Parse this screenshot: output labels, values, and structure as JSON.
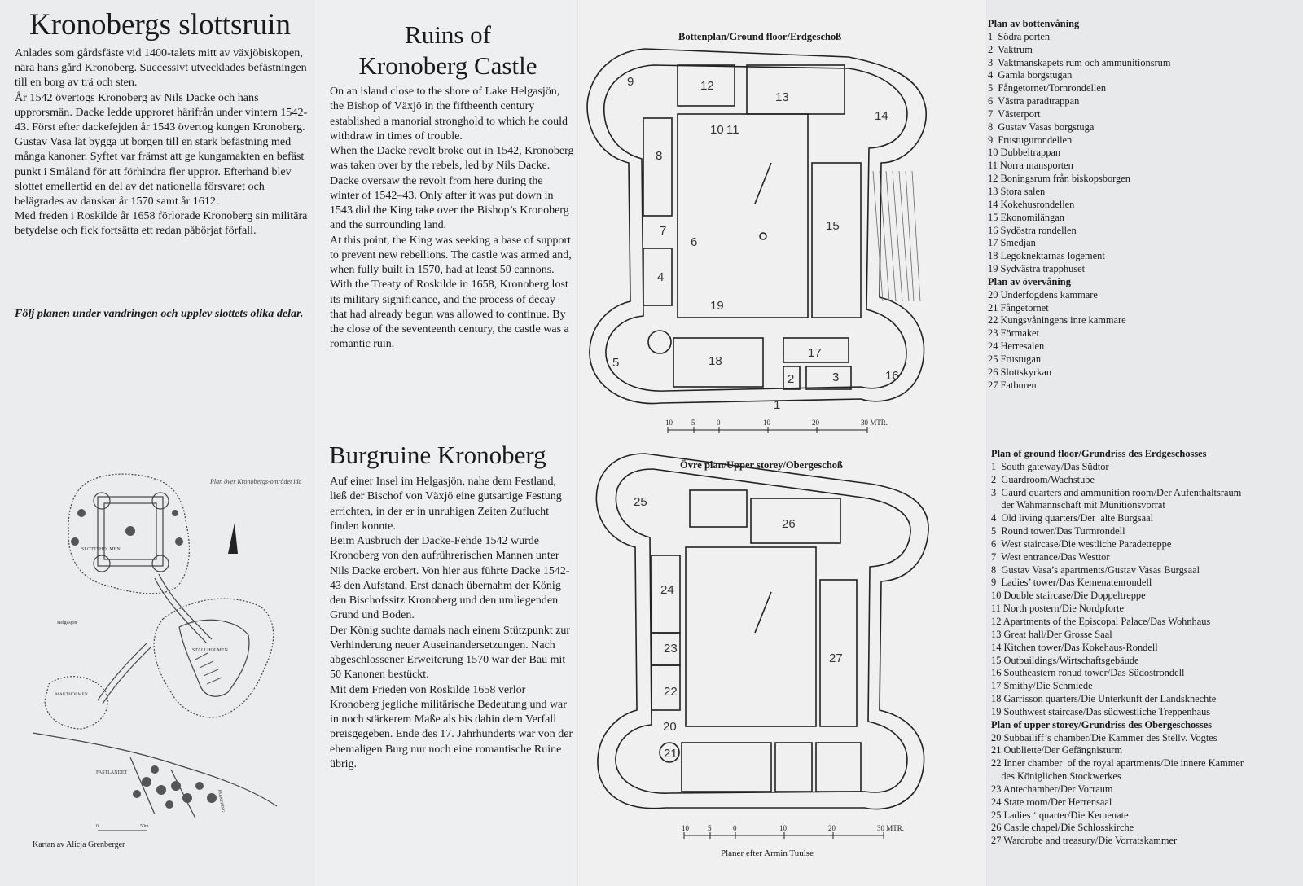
{
  "swedish": {
    "title": "Kronobergs slottsruin",
    "paragraphs": [
      "Anlades som gårdsfäste vid 1400-talets mitt av växjöbiskopen, nära hans gård Kronoberg. Successivt utvecklades befästningen till en borg av trä och sten.",
      "År 1542 övertogs Kronoberg av Nils Dacke och hans upprorsmän. Dacke ledde upproret härifrån under vintern 1542-43. Först efter dackefejden år 1543 övertog kungen Kronoberg. Gustav Vasa lät bygga ut borgen till en stark befästning med många kanoner. Syftet var främst att ge kungamakten en befäst punkt i Småland för att förhindra fler uppror. Efterhand blev slottet emellertid en del av det nationella försvaret och belägrades av danskar år 1570 samt år 1612.",
      "Med freden i Roskilde år 1658 förlorade Kronoberg sin militära betydelse och fick fortsätta ett redan påbörjat förfall."
    ],
    "call_to_action": "Följ planen under vandringen och upplev slottets olika delar."
  },
  "english": {
    "title_line1": "Ruins of",
    "title_line2": "Kronoberg Castle",
    "paragraphs": [
      "On an island close to the shore of Lake Helgasjön, the Bishop of Växjö in the fiftheenth century established a manorial stronghold to which he could withdraw in times of trouble.",
      "When the Dacke revolt broke out in 1542, Kronoberg was taken over by the rebels, led by Nils Dacke. Dacke oversaw the revolt from here during the winter of 1542–43. Only after it was put down in 1543 did the King take over the Bishop’s Kronoberg and the surrounding land.",
      "At this point, the King was seeking a base of support to prevent new rebellions. The castle was armed and, when fully built in 1570, had at least 50 cannons.",
      "With the Treaty of Roskilde in 1658, Kronoberg lost its military significance, and the process of decay that had already begun was allowed to continue. By the close of the seventeenth century, the castle was a romantic ruin."
    ]
  },
  "german": {
    "title": "Burgruine Kronoberg",
    "paragraphs": [
      "Auf einer Insel im Helgasjön, nahe dem Festland, ließ der Bischof von Växjö eine gutsartige Festung errichten, in der er in unruhigen Zeiten Zuflucht finden konnte.",
      "Beim Ausbruch der Dacke-Fehde 1542 wurde Kronoberg von den aufrührerischen Mannen unter Nils Dacke erobert. Von hier aus führte Dacke 1542-43 den Aufstand. Erst danach übernahm der König den Bischofssitz Kronoberg und den umliegenden Grund und Boden.",
      "Der König suchte damals nach einem Stützpunkt zur Verhinderung neuer Auseinandersetzungen. Nach abgeschlossener Erweiterung 1570 war der Bau mit 50 Kanonen bestückt.",
      "Mit dem Frieden von Roskilde 1658 verlor Kronoberg jegliche militärische Bedeutung und war in noch stärkerem Maße als bis dahin dem Verfall preisgegeben. Ende des 17. Jahrhunderts war von der ehemaligen Burg nur noch eine romantische Ruine übrig."
    ]
  },
  "map": {
    "caption": "Plan över Kronobergs-området idag.",
    "labels": [
      "SLOTTSHOLMEN",
      "Helgasjön",
      "STALLHOLMEN",
      "MAKTHOLMEN",
      "FASTLANDET",
      "PARKERING"
    ],
    "scale_labels": [
      "0",
      "50m"
    ],
    "credit": "Kartan av Alicja Grenberger"
  },
  "plans": {
    "ground_title": "Bottenplan/Ground floor/Erdgeschoß",
    "upper_title": "Övre plan/Upper storey/Obergeschoß",
    "ground_rooms": [
      "1",
      "2",
      "3",
      "4",
      "5",
      "6",
      "7",
      "8",
      "9",
      "10",
      "11",
      "12",
      "13",
      "14",
      "15",
      "16",
      "17",
      "18",
      "19"
    ],
    "upper_rooms": [
      "20",
      "21",
      "22",
      "23",
      "24",
      "25",
      "26",
      "27"
    ],
    "scale_ticks": [
      "10",
      "5",
      "0",
      "10",
      "20",
      "30 MTR."
    ],
    "credit": "Planer efter Armin Tuulse"
  },
  "legend_swedish": {
    "ground_heading": "Plan av bottenvåning",
    "ground_items": [
      "1  Södra porten",
      "2  Vaktrum",
      "3  Vaktmanskapets rum och ammunitionsrum",
      "4  Gamla borgstugan",
      "5  Fångetornet/Tornrondellen",
      "6  Västra paradtrappan",
      "7  Västerport",
      "8  Gustav Vasas borgstuga",
      "9  Frustugurondellen",
      "10 Dubbeltrappan",
      "11 Norra mansporten",
      "12 Boningsrum från biskopsborgen",
      "13 Stora salen",
      "14 Kokehusrondellen",
      "15 Ekonomilängan",
      "16 Sydöstra rondellen",
      "17 Smedjan",
      "18 Legoknektarnas logement",
      "19 Sydvästra trapphuset"
    ],
    "upper_heading": "Plan av övervåning",
    "upper_items": [
      "20 Underfogdens kammare",
      "21 Fångetornet",
      "22 Kungsvåningens inre kammare",
      "23 Förmaket",
      "24 Herresalen",
      "25 Frustugan",
      "26 Slottskyrkan",
      "27 Fatburen"
    ]
  },
  "legend_english": {
    "ground_heading": "Plan of ground floor/Grundriss des Erdgeschosses",
    "ground_items": [
      "1  South gateway/Das Südtor",
      "2  Guardroom/Wachstube",
      "3  Gaurd quarters and ammunition room/Der Aufenthaltsraum",
      "    der Wahmannschaft mit Munitionsvorrat",
      "4  Old living quarters/Der  alte Burgsaal",
      "5  Round tower/Das Turmrondell",
      "6  West staircase/Die westliche Paradetreppe",
      "7  West entrance/Das Westtor",
      "8  Gustav Vasa’s apartments/Gustav Vasas Burgsaal",
      "9  Ladies’ tower/Das Kemenatenrondell",
      "10 Double staircase/Die Doppeltreppe",
      "11 North postern/Die Nordpforte",
      "12 Apartments of the Episcopal Palace/Das Wohnhaus",
      "13 Great hall/Der Grosse Saal",
      "14 Kitchen tower/Das Kokehaus-Rondell",
      "15 Outbuildings/Wirtschaftsgebäude",
      "16 Southeastern ronud tower/Das Südostrondell",
      "17 Smithy/Die Schmiede",
      "18 Garrisson quarters/Die Unterkunft der Landsknechte",
      "19 Southwest staircase/Das südwestliche Treppenhaus"
    ],
    "upper_heading": "Plan of upper storey/Grundriss des Obergeschosses",
    "upper_items": [
      "20 Subbailiff’s chamber/Die Kammer des Stellv. Vogtes",
      "21 Oubliette/Der Gefängnisturm",
      "22 Inner chamber  of the royal apartments/Die innere Kammer",
      "    des Königlichen Stockwerkes",
      "23 Antechamber/Der Vorraum",
      "24 State room/Der Herrensaal",
      "25 Ladies ‘ quarter/Die Kemenate",
      "26 Castle chapel/Die Schlosskirche",
      "27 Wardrobe and treasury/Die Vorratskammer"
    ]
  }
}
